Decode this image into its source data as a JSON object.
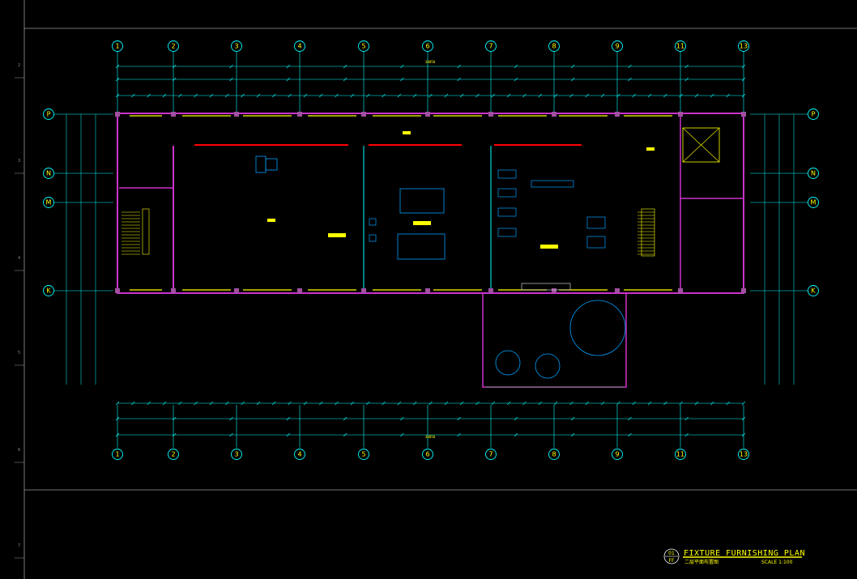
{
  "drawing": {
    "title": "FIXTURE FURNISHING PLAN",
    "subtitle": "二层平面布置图",
    "scale": "SCALE 1:100",
    "badge_top": "01",
    "badge_bottom": "FF"
  },
  "column_grid": [
    "1",
    "2",
    "3",
    "4",
    "5",
    "6",
    "7",
    "8",
    "9",
    "11",
    "13"
  ],
  "row_grid": [
    "P",
    "N",
    "M",
    "K"
  ],
  "overall_dimension": "38850",
  "margin_numbers": [
    "2",
    "3",
    "4",
    "5",
    "6",
    "7"
  ],
  "colors": {
    "background": "#000000",
    "frame": "#9a9a9a",
    "grid_line": "#00ffff",
    "dimension_text": "#ffff00",
    "wall": "#cc33cc",
    "column": "#a050a0",
    "window": "#ffff00",
    "partition": "#ff0000",
    "furniture": "#00a0ff",
    "door": "#ffffff"
  }
}
